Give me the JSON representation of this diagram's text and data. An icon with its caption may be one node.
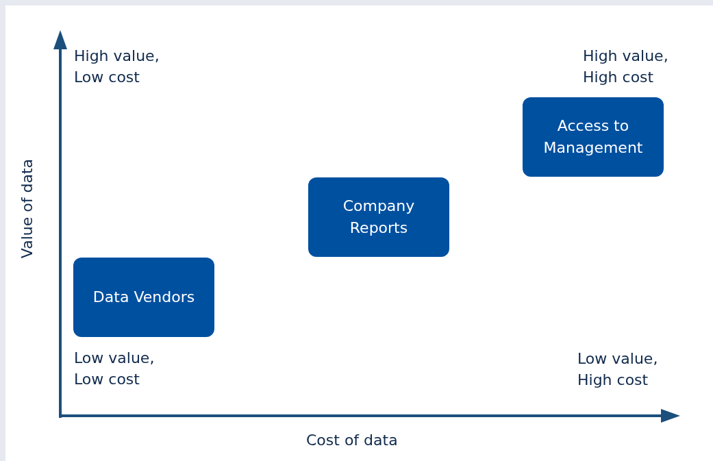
{
  "diagram": {
    "nodes": [
      {
        "text": [
          "Access to Management"
        ]
      },
      {
        "text": [
          "Company Reports"
        ]
      },
      {
        "text": [
          "Data Vendors"
        ]
      }
    ],
    "labels": [
      "High value, Low cost",
      "High value, High cost",
      "Value of data",
      "Low value, Low cost",
      "Low value, High cost",
      "Cost of data"
    ]
  }
}
